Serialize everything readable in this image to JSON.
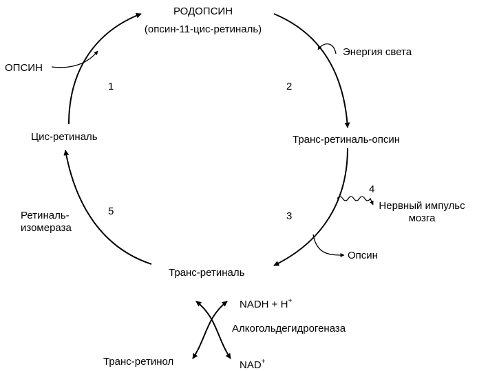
{
  "labels": {
    "rhodopsin": "РОДОПСИН",
    "rhodopsin_sub": "(опсин-11-цис-ретиналь)",
    "light_energy": "Энергия света",
    "opsin_in": "ОПСИН",
    "cis_retinal": "Цис-ретиналь",
    "trans_retinal_opsin": "Транс-ретиналь-опсин",
    "nerve_impulse_line1": "Нервный импульс",
    "nerve_impulse_line2": "мозга",
    "opsin_out": "Опсин",
    "isomerase_line1": "Ретиналь-",
    "isomerase_line2": "изомераза",
    "trans_retinal": "Транс-ретиналь",
    "nadh": "NADH + H",
    "nadh_sup": "+",
    "dehydrogenase": "Алкогольдегидрогеназа",
    "trans_retinol": "Транс-ретинол",
    "nad": "NAD",
    "nad_sup": "+"
  },
  "steps": [
    "1",
    "2",
    "3",
    "4",
    "5"
  ]
}
